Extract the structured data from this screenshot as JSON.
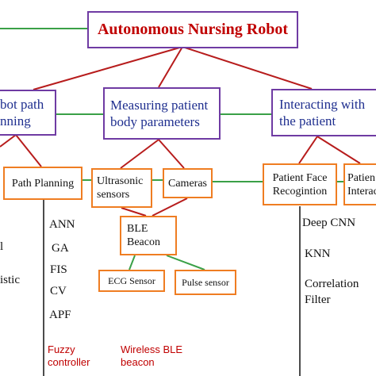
{
  "root": {
    "title": "Autonomous Nursing Robot"
  },
  "level2": {
    "left": {
      "line1": "bot path",
      "line2": "nning"
    },
    "middle": {
      "line1": "Measuring patient",
      "line2": "body parameters"
    },
    "right": {
      "line1": "Interacting with",
      "line2": "the patient"
    }
  },
  "level3": {
    "path_planning": "Path Planning",
    "ultrasonic": {
      "line1": "Ultrasonic",
      "line2": "sensors"
    },
    "cameras": "Cameras",
    "face_recognition": {
      "line1": "Patient Face",
      "line2": "Recogintion"
    },
    "patient_interaction": {
      "line1": "Patien",
      "line2": "Interac"
    }
  },
  "ble_beacon": {
    "line1": "BLE",
    "line2": "Beacon"
  },
  "sensors": {
    "ecg": "ECG Sensor",
    "pulse": "Pulse sensor"
  },
  "lists": {
    "far_left": [
      "l",
      "istic"
    ],
    "path_methods": [
      "ANN",
      "GA",
      "FIS",
      "CV",
      "APF"
    ],
    "path_note": [
      "Fuzzy",
      "controller"
    ],
    "ble_note": [
      "Wireless BLE",
      "beacon"
    ],
    "face_methods": [
      "Deep CNN",
      "KNN",
      "Correlation",
      "Filter"
    ]
  }
}
